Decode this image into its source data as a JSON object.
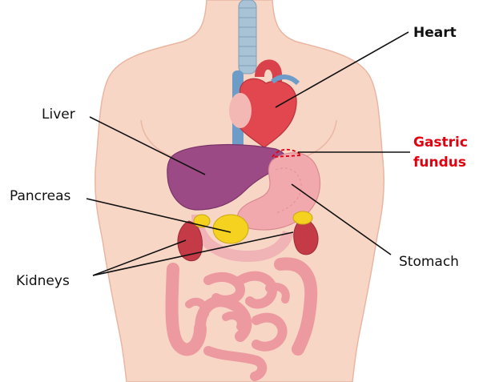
{
  "labels": {
    "heart": "Heart",
    "liver": "Liver",
    "gastric_line1": "Gastric",
    "gastric_line2": "fundus",
    "pancreas": "Pancreas",
    "stomach": "Stomach",
    "kidneys": "Kidneys"
  },
  "colors": {
    "skin": "#f8d6c6",
    "skin_outline": "#e9b6a2",
    "liver": "#9b4a86",
    "heart": "#e2474f",
    "stomach": "#f2a9ad",
    "intestine": "#ec9aa0",
    "pancreas": "#f4d21f",
    "kidney": "#c43a47",
    "trachea": "#a9c3d6",
    "vessel_blue": "#6d9cc8",
    "highlight_red": "#e3000f"
  }
}
